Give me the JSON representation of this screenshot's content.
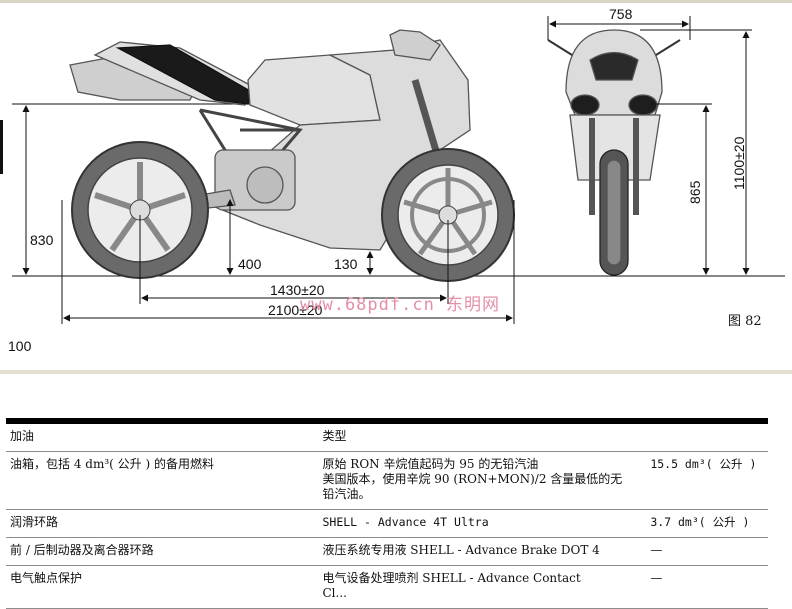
{
  "figure": {
    "dimensions": {
      "front_width": "758",
      "total_height": "1100±20",
      "headlight_height": "865",
      "seat_height": "830",
      "ground_clearance_frame": "400",
      "ground_clearance_fairing": "130",
      "wheelbase": "1430±20",
      "total_length": "2100±20"
    },
    "caption": "图 82"
  },
  "watermark": "www.68pdf.cn 东明网",
  "page_number": "100",
  "table": {
    "headers": [
      "加油",
      "类型",
      ""
    ],
    "rows": [
      {
        "item": "油箱，包括 4 dm³( 公升 ) 的备用燃料",
        "type_lines": [
          "原始 RON 辛烷值起码为 95 的无铅汽油",
          "美国版本，使用辛烷 90 (RON+MON)/2 含量最低的无",
          "铅汽油。"
        ],
        "qty": "15.5 dm³( 公升 )"
      },
      {
        "item": "润滑环路",
        "type_lines": [
          "SHELL - Advance 4T Ultra"
        ],
        "qty": "3.7 dm³( 公升 )"
      },
      {
        "item": "前 / 后制动器及离合器环路",
        "type_lines": [
          "液压系统专用液 SHELL - Advance Brake DOT 4"
        ],
        "qty": "—"
      },
      {
        "item": "电气触点保护",
        "type_lines": [
          "电气设备处理喷剂 SHELL - Advance Contact",
          "Cl..."
        ],
        "qty": "—"
      }
    ]
  }
}
